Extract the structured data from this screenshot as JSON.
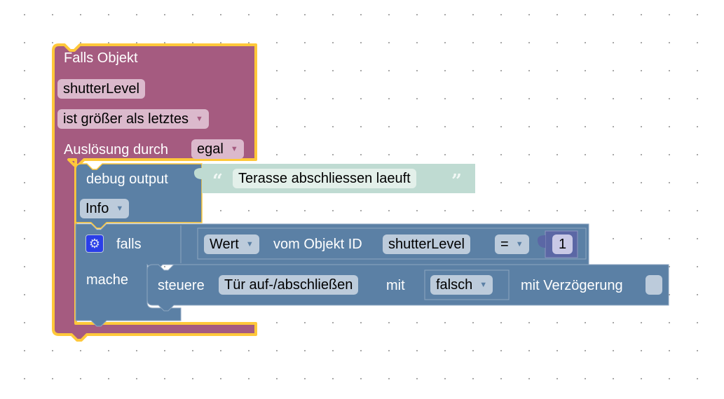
{
  "colors": {
    "trigger_block": "#a55b80",
    "trigger_highlight": "#ffc83a",
    "system_block": "#5b80a5",
    "text_block": "#bfdbd2",
    "math_block": "#5b67a5",
    "workspace_background": "#ffffff"
  },
  "trigger_block": {
    "title": "Falls Objekt",
    "object_id": "shutterLevel",
    "condition": "ist größer als letztes",
    "trigger_by_label": "Auslösung durch",
    "trigger_by_value": "egal"
  },
  "debug_block": {
    "label": "debug output",
    "text_value": "Terasse abschliessen laeuft",
    "open_quote": "“",
    "close_quote": "”",
    "level": "Info"
  },
  "if_block": {
    "icon": "gear-icon",
    "if_label": "falls",
    "do_label": "mache",
    "condition": {
      "property": "Wert",
      "of_object_label": "vom Objekt ID",
      "object_id": "shutterLevel",
      "operator": "=",
      "compare_value": "1"
    }
  },
  "control_block": {
    "label": "steuere",
    "target": "Tür auf-/abschließen",
    "with_label": "mit",
    "value": "falsch",
    "delay_label": "mit Verzögerung",
    "delay_checked": false
  }
}
